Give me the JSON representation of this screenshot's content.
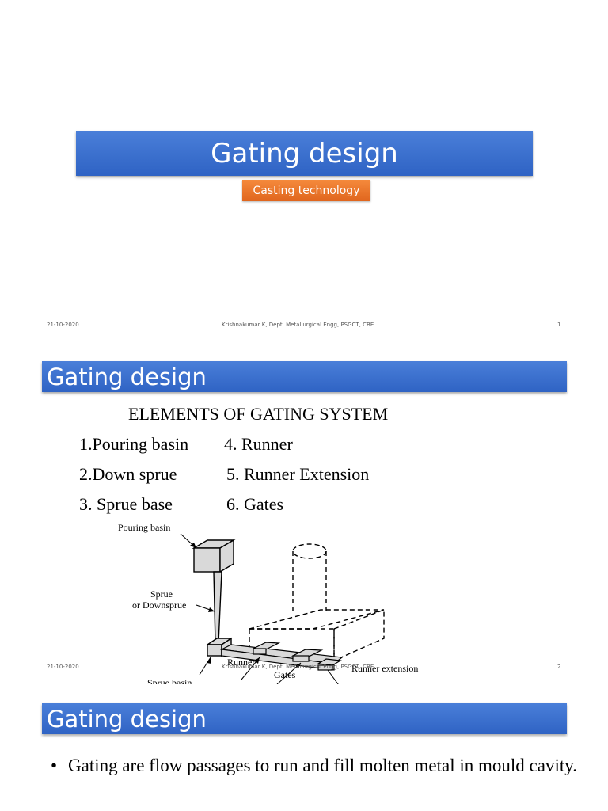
{
  "slide1": {
    "title": "Gating design",
    "subtitle": "Casting technology",
    "footer": {
      "date": "21-10-2020",
      "author": "Krishnakumar K, Dept. Metallurgical Engg, PSGCT, CBE",
      "page": "1"
    }
  },
  "slide2": {
    "title": "Gating design",
    "heading": "ELEMENTS OF GATING SYSTEM",
    "elements": [
      "1.Pouring basin",
      "2.Down sprue",
      "3. Sprue  base",
      "4. Runner",
      "5. Runner Extension",
      "6. Gates"
    ],
    "diagram_labels": {
      "pouring_basin": "Pouring basin",
      "sprue_line1": "Sprue",
      "sprue_line2": "or Downsprue",
      "sprue_basin": "Sprue basin",
      "runner": "Runner",
      "gates": "Gates",
      "runner_extension": "Runner extension"
    },
    "footer": {
      "date": "21-10-2020",
      "author": "Krishnakumar K, Dept. Metallurgical Engg, PSGCT, CBE",
      "page": "2"
    }
  },
  "slide3": {
    "title": "Gating design",
    "bullet": "Gating are flow passages to run and fill molten metal in mould cavity."
  }
}
